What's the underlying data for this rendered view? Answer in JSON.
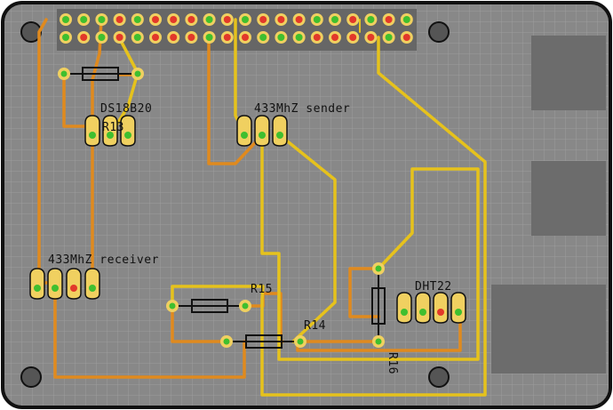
{
  "board": {
    "title": "Raspberry Pi hat PCB layout",
    "colors": {
      "outline": "#111111",
      "board_bg": "#8a8a8a",
      "grid": "#a2a2a2",
      "header_bg": "#6f6f6f",
      "trace_orange": "#e08a1e",
      "trace_yellow": "#e6c21c",
      "pad_yellow": "#f0d060",
      "pad_green": "#3fbf2f",
      "pad_red": "#e2382a"
    }
  },
  "labels": {
    "ds18b20": "DS18B20",
    "r13": "R13",
    "sender": "433MhZ sender",
    "receiver": "433MhZ receiver",
    "r15": "R15",
    "r14": "R14",
    "dht22": "DHT22",
    "r16": "R16"
  }
}
